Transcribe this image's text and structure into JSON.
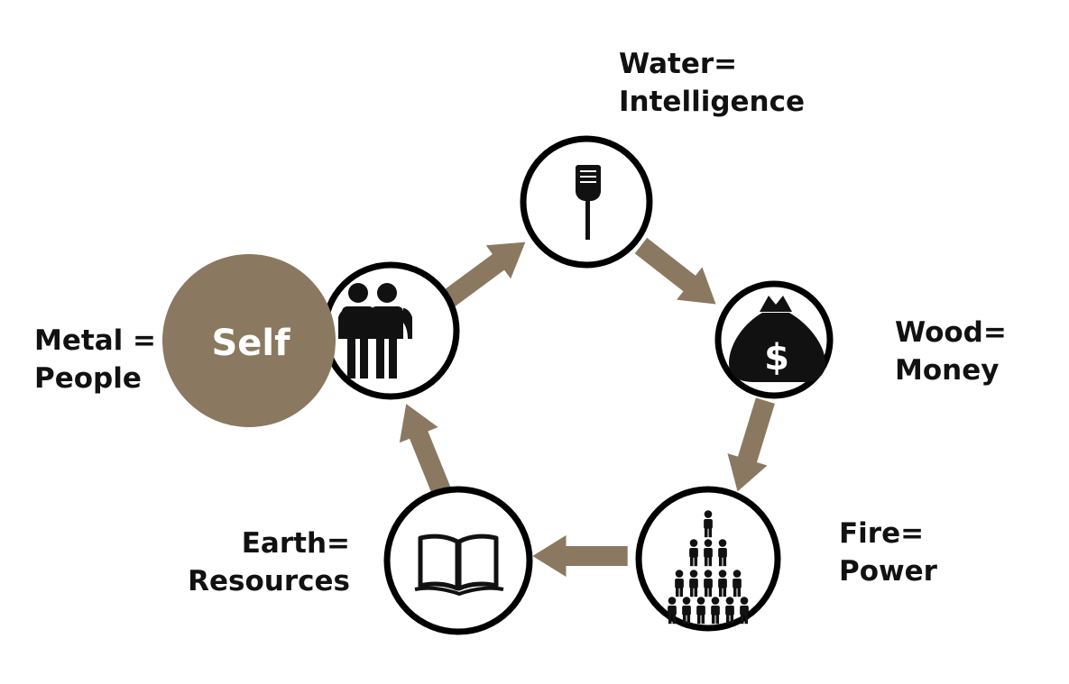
{
  "colors": {
    "accent": "#8a7960",
    "node_border": "#000000",
    "icon": "#111111"
  },
  "self": {
    "label": "Self"
  },
  "nodes": {
    "water": {
      "line1": "Water=",
      "line2": "Intelligence",
      "icon": "microphone-icon"
    },
    "wood": {
      "line1": "Wood=",
      "line2": "Money",
      "icon": "money-bag-icon"
    },
    "fire": {
      "line1": "Fire=",
      "line2": "Power",
      "icon": "people-pyramid-icon"
    },
    "earth": {
      "line1": "Earth=",
      "line2": "Resources",
      "icon": "open-book-icon"
    },
    "metal": {
      "line1": "Metal =",
      "line2": "People",
      "icon": "two-people-icon",
      "money_symbol": "$"
    }
  }
}
